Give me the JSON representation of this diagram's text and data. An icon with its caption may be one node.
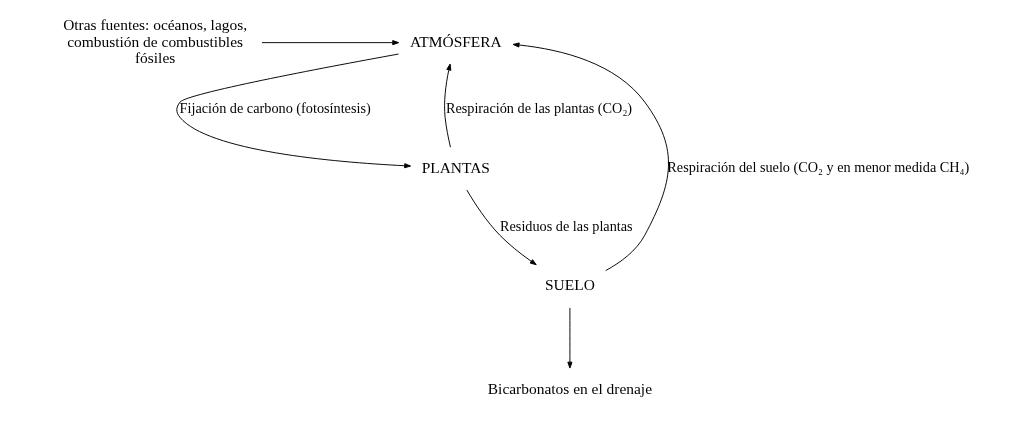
{
  "diagram": {
    "nodes": [
      {
        "text": [
          "ATMÓSFERA"
        ]
      },
      {
        "text": [
          "PLANTAS"
        ]
      },
      {
        "text": [
          "SUELO"
        ]
      },
      {
        "text": [
          "Otras fuentes: océanos, lagos, combustión de combustibles fósiles"
        ]
      },
      {
        "text": [
          "Bicarbonatos en el drenaje"
        ]
      }
    ],
    "edges": [
      {
        "from": 0,
        "to": 1,
        "arrow": "to",
        "label": "Fijación de carbono (fotosíntesis)"
      },
      {
        "from": 1,
        "to": 0,
        "arrow": "to",
        "label": "Respiración de las plantas (CO₂)"
      },
      {
        "from": 1,
        "to": 2,
        "arrow": "to",
        "label": "Residuos de las plantas"
      },
      {
        "from": 2,
        "to": 0,
        "arrow": "to",
        "label": "Respiración del suelo (CO₂ y en menor medida CH₄)"
      },
      {
        "from": 3,
        "to": 0,
        "arrow": "to"
      },
      {
        "from": 2,
        "to": 4,
        "arrow": "to"
      }
    ]
  }
}
